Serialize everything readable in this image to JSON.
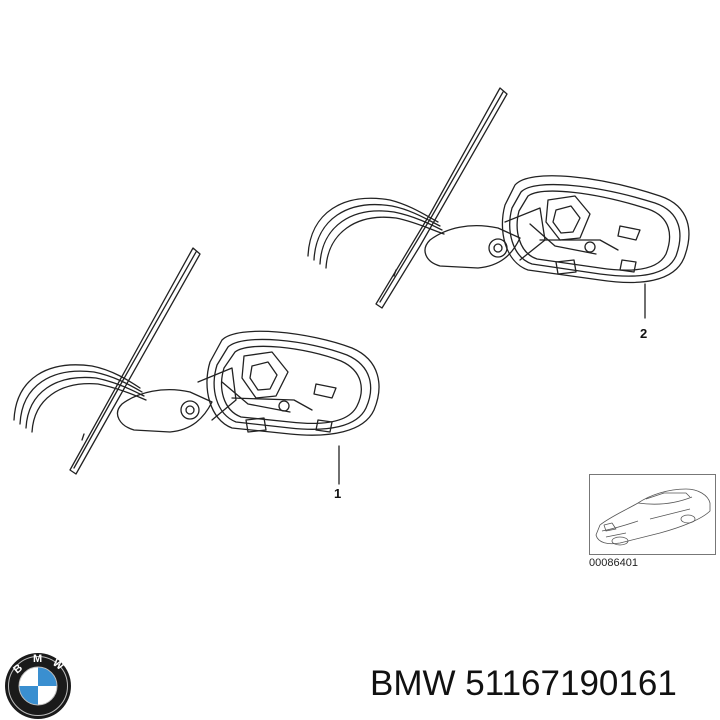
{
  "diagram": {
    "callouts": [
      {
        "id": "1",
        "label": "1"
      },
      {
        "id": "2",
        "label": "2"
      }
    ],
    "reference_code": "00086401"
  },
  "brand": {
    "logo_letters": [
      "B",
      "M",
      "W"
    ],
    "colors": {
      "ring": "#1a1a1a",
      "blue": "#3a8fd0",
      "white": "#ffffff"
    }
  },
  "part_label": "BMW 51167190161"
}
